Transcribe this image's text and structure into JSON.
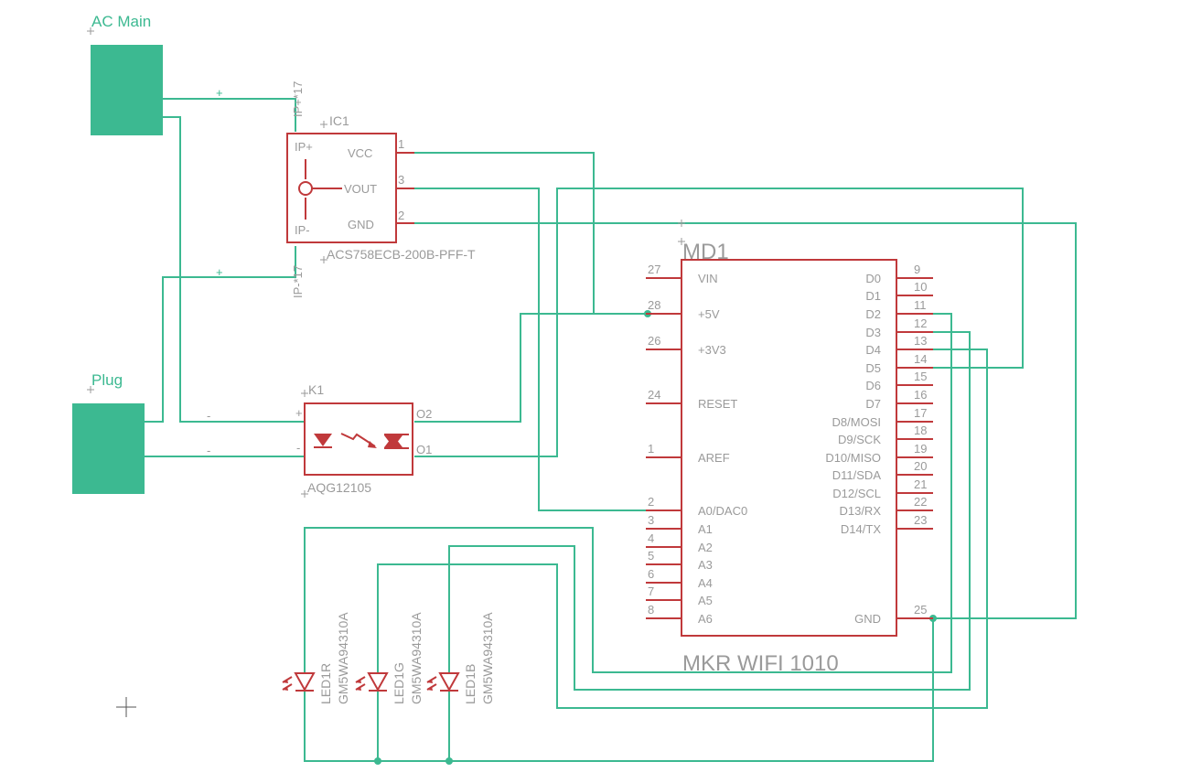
{
  "colors": {
    "wire": "#3cb991",
    "part": "#c0393b",
    "label": "#9a9a9a",
    "pad": "#3cb991"
  },
  "pads": {
    "ac_main": {
      "label": "AC Main",
      "polarity_top": "+",
      "polarity_bottom": ""
    },
    "plug": {
      "label": "Plug",
      "polarity_top": "+",
      "polarity_bottom": "-"
    }
  },
  "ic1": {
    "name": "IC1",
    "value": "ACS758ECB-200B-PFF-T",
    "pins_left": [
      "IP+",
      "IP-"
    ],
    "pins_right": [
      {
        "label": "VCC",
        "num": "1"
      },
      {
        "label": "VOUT",
        "num": "3"
      },
      {
        "label": "GND",
        "num": "2"
      }
    ],
    "pin_top_tag": "IP+*17",
    "pin_bottom_tag": "IP-*17"
  },
  "k1": {
    "name": "K1",
    "value": "AQG12105",
    "pin_plus": "+",
    "pin_minus": "-",
    "out_labels": [
      "O2",
      "O1"
    ]
  },
  "md1": {
    "name": "MD1",
    "value": "MKR WIFI 1010",
    "left_pins": [
      {
        "num": "27",
        "label": "VIN"
      },
      {
        "num": "28",
        "label": "+5V"
      },
      {
        "num": "26",
        "label": "+3V3"
      },
      {
        "num": "24",
        "label": "RESET"
      },
      {
        "num": "1",
        "label": "AREF"
      },
      {
        "num": "2",
        "label": "A0/DAC0"
      },
      {
        "num": "3",
        "label": "A1"
      },
      {
        "num": "4",
        "label": "A2"
      },
      {
        "num": "5",
        "label": "A3"
      },
      {
        "num": "6",
        "label": "A4"
      },
      {
        "num": "7",
        "label": "A5"
      },
      {
        "num": "8",
        "label": "A6"
      }
    ],
    "right_pins": [
      {
        "num": "9",
        "label": "D0"
      },
      {
        "num": "10",
        "label": "D1"
      },
      {
        "num": "11",
        "label": "D2"
      },
      {
        "num": "12",
        "label": "D3"
      },
      {
        "num": "13",
        "label": "D4"
      },
      {
        "num": "14",
        "label": "D5"
      },
      {
        "num": "15",
        "label": "D6"
      },
      {
        "num": "16",
        "label": "D7"
      },
      {
        "num": "17",
        "label": "D8/MOSI"
      },
      {
        "num": "18",
        "label": "D9/SCK"
      },
      {
        "num": "19",
        "label": "D10/MISO"
      },
      {
        "num": "20",
        "label": "D11/SDA"
      },
      {
        "num": "21",
        "label": "D12/SCL"
      },
      {
        "num": "22",
        "label": "D13/RX"
      },
      {
        "num": "23",
        "label": "D14/TX"
      },
      {
        "num": "25",
        "label": "GND"
      }
    ]
  },
  "leds": [
    {
      "name": "LED1R",
      "value": "GM5WA94310A"
    },
    {
      "name": "LED1G",
      "value": "GM5WA94310A"
    },
    {
      "name": "LED1B",
      "value": "GM5WA94310A"
    }
  ]
}
